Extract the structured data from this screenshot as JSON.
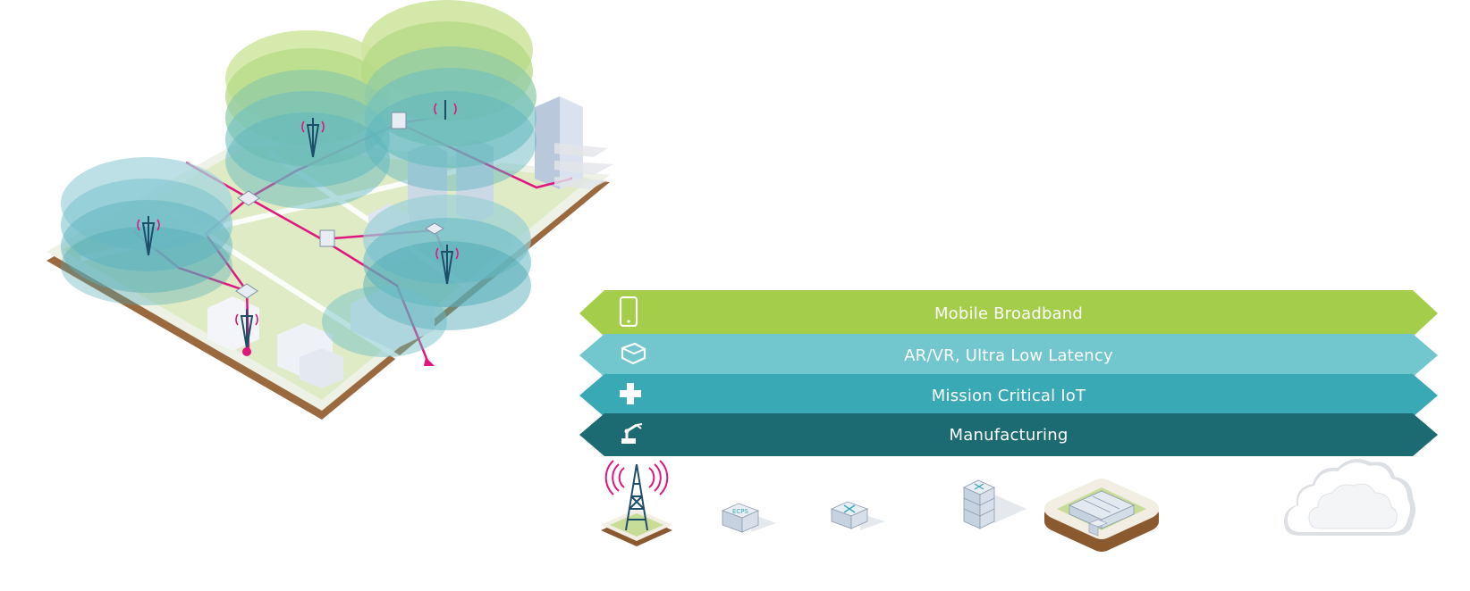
{
  "bands": [
    {
      "label": "Mobile Broadband",
      "icon": "smartphone-icon",
      "color": "#a4cd4a"
    },
    {
      "label": "AR/VR, Ultra Low Latency",
      "icon": "vr-headset-icon",
      "color": "#72c6cd"
    },
    {
      "label": "Mission Critical IoT",
      "icon": "medical-cross-icon",
      "color": "#3aa9b6"
    },
    {
      "label": "Manufacturing",
      "icon": "robot-arm-icon",
      "color": "#1d6b72"
    }
  ],
  "devices": [
    {
      "name": "cell-tower",
      "icon": "cell-tower-icon"
    },
    {
      "name": "ecps-box",
      "icon": "edge-box-icon",
      "text": "ECPS"
    },
    {
      "name": "router-box",
      "icon": "router-icon"
    },
    {
      "name": "server-rack",
      "icon": "server-rack-icon"
    },
    {
      "name": "data-center",
      "icon": "data-center-icon"
    },
    {
      "name": "cloud",
      "icon": "cloud-icon"
    }
  ],
  "colors": {
    "accent": "#e0157f",
    "green": "#a4cd4a",
    "teal": "#3aa9b6",
    "dark_teal": "#1d6b72"
  }
}
